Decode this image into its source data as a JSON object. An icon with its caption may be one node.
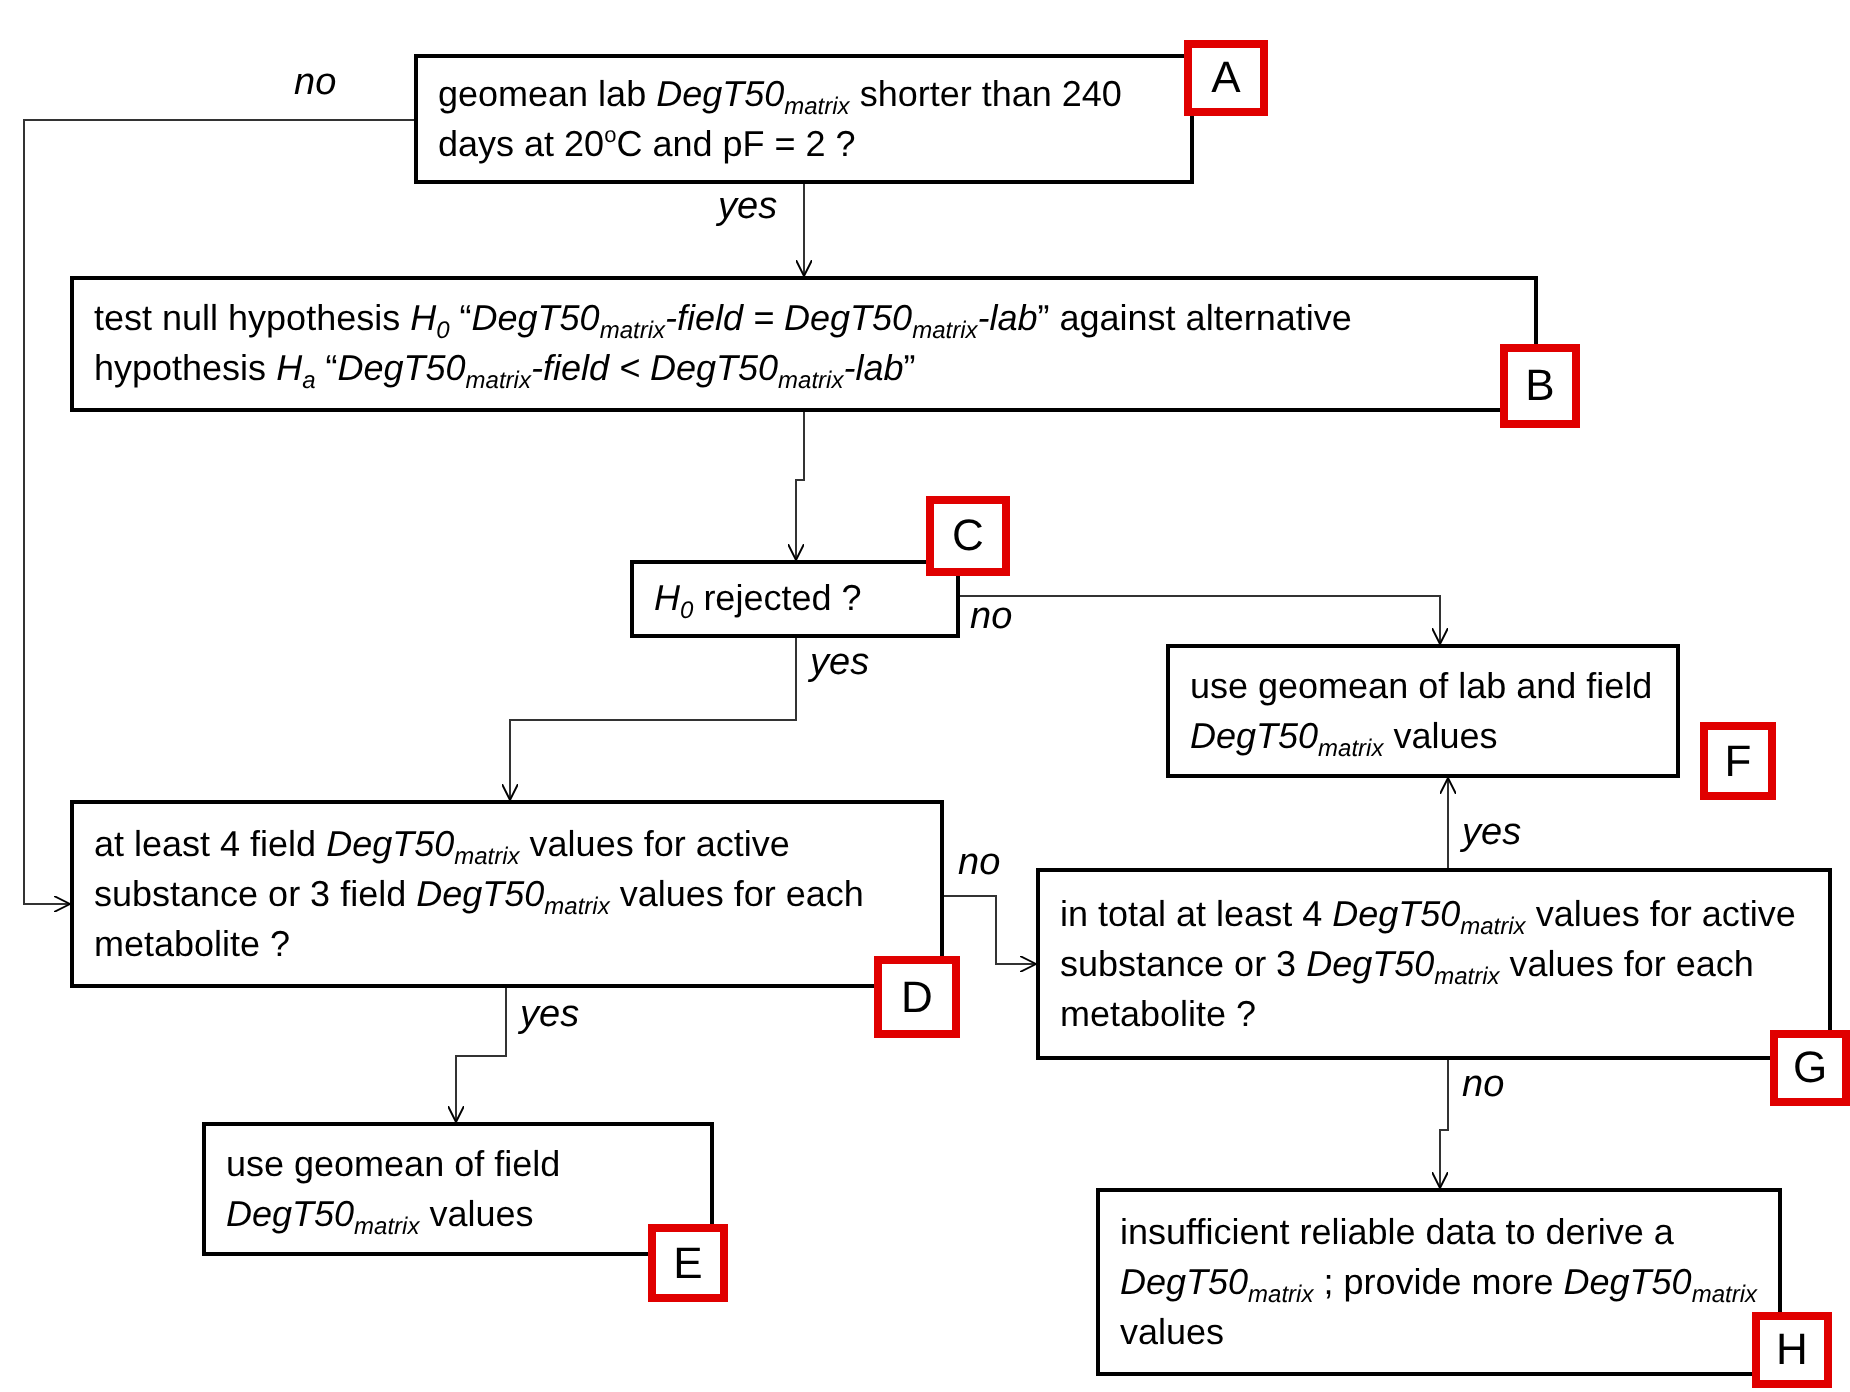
{
  "diagram": {
    "nodes": [
      {
        "text": [
          "geomean lab *DegT50*$_{matrix}$ shorter than 240 days at 20$^{o}$C and pF = 2 ?"
        ],
        "beside": [
          "A"
        ]
      },
      {
        "text": [
          "test null hypothesis *H*$_{0}$ “*DegT50*$_{matrix}$*-field = DegT50*$_{matrix}$*-lab*”  against alternative hypothesis *H*$_{a}$ “*DegT50*$_{matrix}$*-field < DegT50*$_{matrix}$*-lab*”"
        ],
        "beside": [
          "B"
        ]
      },
      {
        "text": [
          "*H*$_{0}$ rejected ?"
        ],
        "beside": [
          "C"
        ]
      },
      {
        "text": [
          "use geomean of lab and field *DegT50*$_{matrix}$ values"
        ],
        "beside": [
          "F"
        ]
      },
      {
        "text": [
          "at least 4 field *DegT50*$_{matrix}$ values for active substance or 3 field *DegT50*$_{matrix}$ values for each metabolite ?"
        ],
        "beside": [
          "D"
        ]
      },
      {
        "text": [
          "in total at least 4 *DegT50*$_{matrix}$ values for active substance or 3 *DegT50*$_{matrix}$ values for each metabolite ?"
        ],
        "beside": [
          "G"
        ]
      },
      {
        "text": [
          "use geomean of field *DegT50*$_{matrix}$ values"
        ],
        "beside": [
          "E"
        ]
      },
      {
        "text": [
          "insufficient reliable data to derive a *DegT50*$_{matrix}$ ; provide more *DegT50*$_{matrix}$ values"
        ],
        "beside": [
          "H"
        ]
      }
    ],
    "edges": [
      {
        "from": 0,
        "to": 4,
        "arrow": "to",
        "label": "no"
      },
      {
        "from": 0,
        "to": 1,
        "arrow": "to",
        "label": "yes"
      },
      {
        "from": 1,
        "to": 2,
        "arrow": "to"
      },
      {
        "from": 2,
        "to": 3,
        "arrow": "to",
        "label": "no"
      },
      {
        "from": 2,
        "to": 4,
        "arrow": "to",
        "label": "yes"
      },
      {
        "from": 4,
        "to": 5,
        "arrow": "to",
        "label": "no"
      },
      {
        "from": 4,
        "to": 6,
        "arrow": "to",
        "label": "yes"
      },
      {
        "from": 5,
        "to": 3,
        "arrow": "to",
        "label": "yes"
      },
      {
        "from": 5,
        "to": 7,
        "arrow": "to",
        "label": "no"
      }
    ]
  }
}
